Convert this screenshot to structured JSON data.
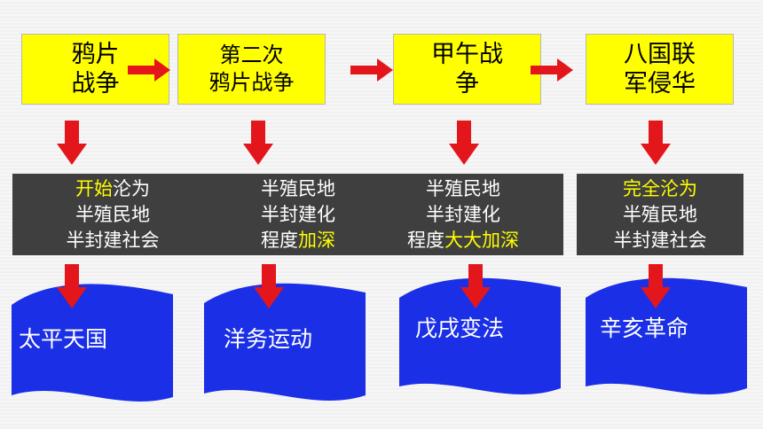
{
  "events": [
    {
      "label": "鸦片\n战争"
    },
    {
      "label": "第二次\n鸦片战争"
    },
    {
      "label": "甲午战\n争"
    },
    {
      "label": "八国联\n军侵华"
    }
  ],
  "statuses": [
    {
      "lines": [
        [
          {
            "text": "开始",
            "hl": true
          },
          {
            "text": "沦为",
            "hl": false
          }
        ],
        [
          {
            "text": "半殖民地",
            "hl": false
          }
        ],
        [
          {
            "text": "半封建社会",
            "hl": false
          }
        ]
      ]
    },
    {
      "lines": [
        [
          {
            "text": "半殖民地",
            "hl": false
          }
        ],
        [
          {
            "text": "半封建化",
            "hl": false
          }
        ],
        [
          {
            "text": "程度",
            "hl": false
          },
          {
            "text": "加深",
            "hl": true
          }
        ]
      ]
    },
    {
      "lines": [
        [
          {
            "text": "半殖民地",
            "hl": false
          }
        ],
        [
          {
            "text": "半封建化",
            "hl": false
          }
        ],
        [
          {
            "text": "程度",
            "hl": false
          },
          {
            "text": "大大加深",
            "hl": true
          }
        ]
      ]
    },
    {
      "lines": [
        [
          {
            "text": "完全沦为",
            "hl": true
          }
        ],
        [
          {
            "text": "半殖民地",
            "hl": false
          }
        ],
        [
          {
            "text": "半封建社会",
            "hl": false
          }
        ]
      ]
    }
  ],
  "movements": [
    {
      "label": "太平天国"
    },
    {
      "label": "洋务运动"
    },
    {
      "label": "戊戌变法"
    },
    {
      "label": "辛亥革命"
    }
  ],
  "colors": {
    "event_box": "#ffff00",
    "status_box": "#3f3f3f",
    "highlight": "#ffff00",
    "arrow": "#e3161b",
    "banner": "#1a2fe6"
  }
}
